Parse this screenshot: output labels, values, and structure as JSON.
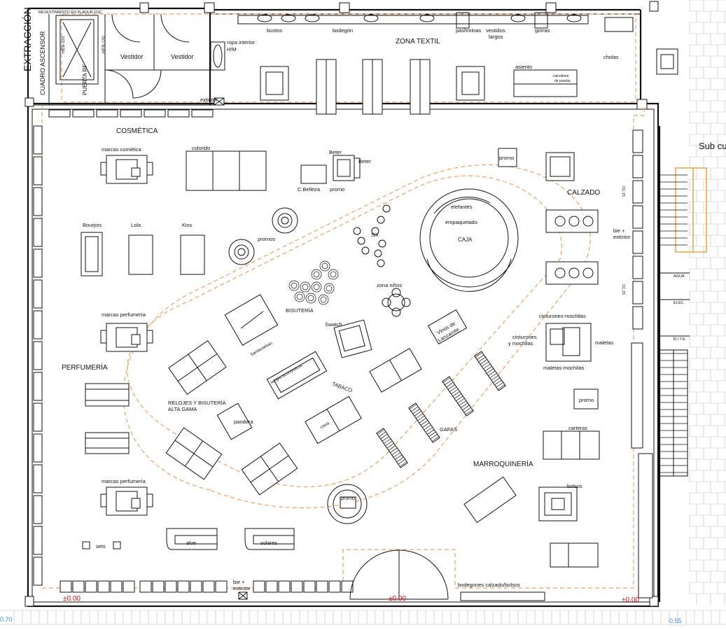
{
  "labels": {
    "extraccion": "EXTRACCIÓN",
    "cuadro_ascensor": "CUADRO ASCENSOR",
    "revestimiento": "REVESTIMIENTO EN PLADUR FOC",
    "heb120": "HEB-120",
    "puerta_rf": "PUERTA RF",
    "vestidor": "Vestidor",
    "ropa_interior": "ropa interior",
    "hm": "H/M",
    "bustos": "bustos",
    "bodegon": "bodegón",
    "zona_textil": "ZONA TEXTIL",
    "pashminas": "pashminas",
    "vestidos": "vestidos",
    "largos": "largos",
    "gorras": "gorras",
    "cholas": "cholas",
    "asiento": "asiento",
    "calcetines": "calcetines",
    "de_prueba": "de prueba",
    "extintor": "extintor",
    "cosmetica": "COSMÉTICA",
    "marcas_cosmetica": "marcas comética",
    "colorido": "colorido",
    "beter": "Beter",
    "c_belleza": "C.Belleza",
    "promo": "promo",
    "promos": "promos",
    "calzado": "CALZADO",
    "sub": "Sub cu",
    "bourjois": "Bourjois",
    "lola": "Lola",
    "kiss": "Kiss",
    "six": "Six",
    "elefantes": "elefantes",
    "empaquetado": "empaquetado",
    "caja": "CAJA",
    "bie": "bie +",
    "extintor2": "extintor",
    "ojs": "OJ_15",
    "bisuteria": "BISUTERÍA",
    "zona_ninos": "zona niños",
    "marcas_perfumeria": "marcas perfumería",
    "agua": "AGUA",
    "elec": "ELEC.",
    "rite": "R.I.T.E.",
    "cinturones_mochilas": "cinturones-mochilas",
    "cinturones": "cinturones",
    "y_mochilas": "y mochilas",
    "maletas": "maletas",
    "maletas_mochilas": "maletas-mochilas",
    "swatch": "Swatch",
    "vinos": "Vinos de",
    "lanzarote": "Lanzarote",
    "santiesteban": "Santiesteban",
    "perfumeria": "PERFUMERÍA",
    "relojes_eco": "relojes económicos",
    "tabaco": "TABACO",
    "relojes_alta1": "RELOJES Y BISUTERÍA",
    "relojes_alta2": "ALTA GAMA",
    "pandora": "pandora",
    "cava": "cava",
    "gafas": "GAFAS",
    "carteras": "carteras",
    "marroquineria": "MARROQUINERÍA",
    "bolsos": "bolsos",
    "aloe": "aloe",
    "solares": "solares",
    "sets": "sets",
    "bodegones_calzado": "bodegones calzado/bolsos",
    "level": "±0.00",
    "dim_left": "0.70",
    "dim_right": "0.55"
  },
  "colors": {
    "wall": "#111111",
    "dash": "#f0a060",
    "level_red": "#e01010",
    "dim_blue": "#3a8fd8"
  }
}
